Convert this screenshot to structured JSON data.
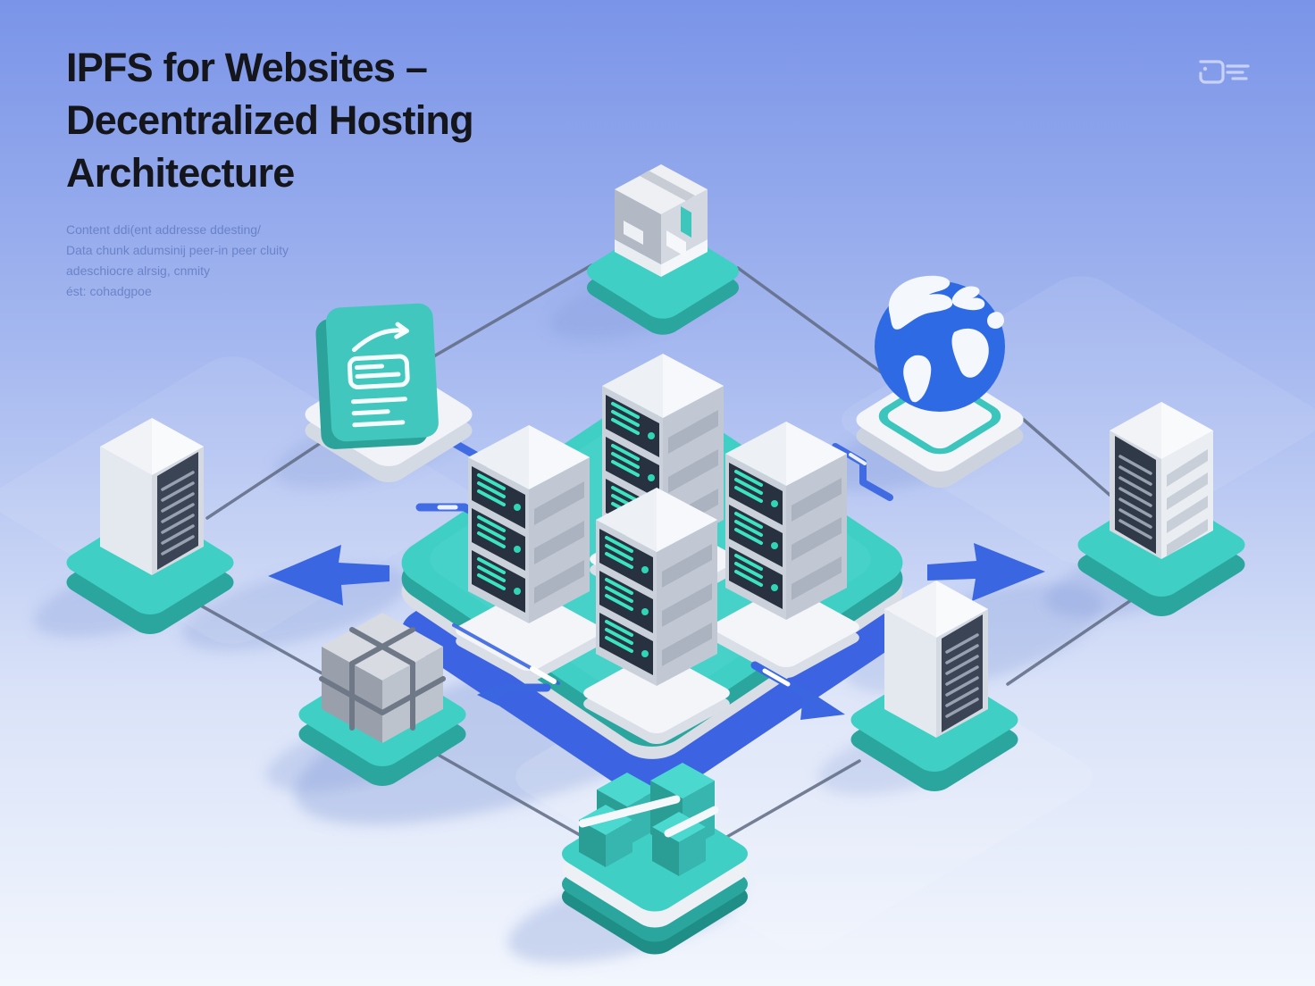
{
  "header": {
    "title_lines": [
      "IPFS for Websites –",
      "Decentralized Hosting",
      "Architecture"
    ],
    "subtitle_lines": [
      "Content ddi(ent addresse ddesting/",
      "Data chunk adumsinij peer-in peer cluity",
      "adeschiocre alrsig, cnmity",
      "ést: cohadgpoe"
    ]
  },
  "corner_icon": {
    "name": "bookmark-lines-icon"
  },
  "colors": {
    "bg-top": "#7A94E8",
    "bg-mid": "#A9BBF0",
    "bg-bottom": "#F2F6FD",
    "title": "#15161B",
    "subtitle": "#5E79BE",
    "teal": "#3FCFC5",
    "teal-dark": "#2AA69E",
    "teal-deep": "#1F8E86",
    "platform-blue": "#3C63E2",
    "arrow-blue": "#3A66E2",
    "line": "#5F6B82",
    "globe-blue": "#2E6AE3",
    "panel-dark": "#273140",
    "panel-teal": "#3BE3C1"
  },
  "diagram": {
    "center": {
      "id": "hosting-cluster-platform",
      "icon": "server-rack-cluster",
      "racks": 4
    },
    "nodes": [
      {
        "id": "gateway-package",
        "icon": "package-server-icon",
        "position": "top"
      },
      {
        "id": "globe",
        "icon": "globe-icon",
        "position": "upper-right"
      },
      {
        "id": "content-document",
        "icon": "document-code-icon",
        "position": "upper-left"
      },
      {
        "id": "peer-server-left",
        "icon": "server-icon",
        "position": "left"
      },
      {
        "id": "peer-server-right",
        "icon": "server-icon",
        "position": "right"
      },
      {
        "id": "data-chunks-cube",
        "icon": "chunked-cube-icon",
        "position": "lower-left"
      },
      {
        "id": "peer-server-bottom-right",
        "icon": "server-icon",
        "position": "lower-right"
      },
      {
        "id": "ipfs-blocks",
        "icon": "teal-cubes-icon",
        "position": "bottom"
      }
    ],
    "connections": [
      [
        "gateway-package",
        "content-document"
      ],
      [
        "gateway-package",
        "globe"
      ],
      [
        "content-document",
        "peer-server-left"
      ],
      [
        "peer-server-left",
        "data-chunks-cube"
      ],
      [
        "data-chunks-cube",
        "ipfs-blocks"
      ],
      [
        "ipfs-blocks",
        "peer-server-bottom-right"
      ],
      [
        "peer-server-bottom-right",
        "peer-server-right"
      ],
      [
        "globe",
        "peer-server-right"
      ]
    ],
    "arrows": [
      {
        "direction": "left"
      },
      {
        "direction": "right"
      },
      {
        "direction": "down-right"
      },
      {
        "direction": "down-left"
      }
    ]
  }
}
